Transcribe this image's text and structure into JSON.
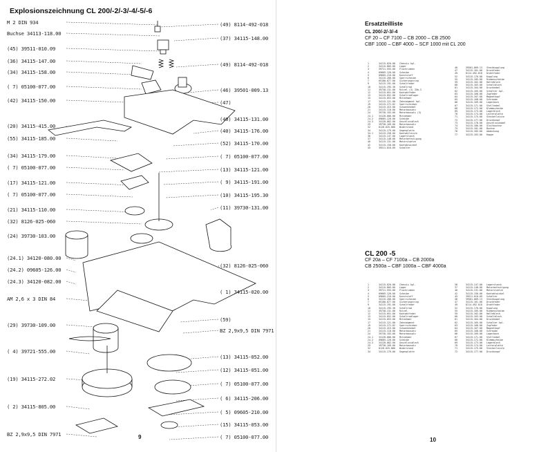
{
  "left_page": {
    "title": "Explosionszeichnung CL 200/-2/-3/-4/-5/-6",
    "page_number": "9",
    "callouts_left": [
      "M 2 DIN 934",
      "Buchse 34113-118.00",
      "(45)  39511-010.09",
      "(36)  34115-147.00",
      "(34)  34115-158.00",
      "( 7)  05100-077.00",
      "(42)  34115-150.00",
      "(20)  34115-415.00",
      "(55)  34115-185.00",
      "(34)  34115-179.00",
      "( 7)  05100-077.00",
      "(17)  34115-121.00",
      "( 7)  05100-077.00",
      "(21)  34115-110.00",
      "(32)  8126-025-060",
      "(24)  39730-103.00",
      "(24.1) 34120-080.00",
      "(24.2) 09605-126.00",
      "(24.3) 34120-082.00",
      "AM 2,6 x 3 DIN 84",
      "(29)  39730-109.00",
      "( 4)  39721-555.00",
      "(19)  34115-272.02",
      "( 2)  34115-805.00",
      "BZ 2,9x9,5 DIN 7971"
    ],
    "callouts_right": [
      "(49) 8114-492-018",
      "(37) 34115-148.00",
      "(49) 8114-492-018",
      "(46) 39501-009.13",
      "(47)",
      "(40) 34115-131.00",
      "(40) 34115-176.00",
      "(52) 34115-170.00",
      "( 7) 05100-077.00",
      "(13) 34115-121.00",
      "( 9) 34115-191.00",
      "(10) 34115-195.30",
      "(11) 39730-131.00",
      "(32) 8126-025-060",
      "( 1) 34115-020.00",
      "(59)",
      "BZ 2,9x9,5 DIN 7971",
      "(13) 34115-052.00",
      "(12) 34115-051.00",
      "( 7) 05100-077.00",
      "( 6) 34115-206.00",
      "( 5) 09605-210.00",
      "(15) 34115-053.00",
      "( 7) 05100-077.00"
    ]
  },
  "right_page": {
    "title": "Ersatzteilliste",
    "section1_heading": "CL 200/-2/-3/-4",
    "section1_line1": "CF 20 – CF 7100 – CB 2000 – CB 2500",
    "section1_line2": "CBF 1000 – CBF 4000 – SCF 1000          mit CL 200",
    "section2_heading": "CL 200 -5",
    "section2_line1": "CF 20a – CF 7100a – CB 2000a",
    "section2_line2": "CB 2500a – CBF 1000a – CBF 4000a",
    "page_number": "10",
    "table1_left": [
      [
        "1",
        "34115-020.00",
        "Chassis kpl."
      ],
      [
        "2",
        "34115-805.00",
        "Lager"
      ],
      [
        "3",
        "39721-555.00",
        "Flachriemen"
      ],
      [
        "4",
        "09605-126.00",
        "Scheibe"
      ],
      [
        "5",
        "09605-210.00",
        "Kunststoff"
      ],
      [
        "6",
        "34115-206.00",
        "Sperrscheibe"
      ],
      [
        "7",
        "05100-077.00",
        "Sicherungsring"
      ],
      [
        "9",
        "34115-191.00",
        "Schaltfeder"
      ],
      [
        "10",
        "34115-195.30",
        "Schaltrad"
      ],
      [
        "11",
        "39730-131.00",
        "Ritzel (3) 35b-3"
      ],
      [
        "12",
        "34115-051.00",
        "Kontaktfeder"
      ],
      [
        "13",
        "34115-052.00",
        "Schaltradlager"
      ],
      [
        "15",
        "34115-053.00",
        "Mitnehmer"
      ],
      [
        "17",
        "34115-121.00",
        "Zahnsegment kpl."
      ],
      [
        "19",
        "34115-272.02",
        "Sperrschieber"
      ],
      [
        "20",
        "34115-415.00",
        "Schwenkhebel"
      ],
      [
        "21",
        "34115-110.00",
        "Motorbausatz"
      ],
      [
        "24",
        "39730-103.00",
        "Motorbausatz (3)"
      ],
      [
        "24.1",
        "34120-080.00",
        "Mitnehmer"
      ],
      [
        "24.2",
        "09605-126.00",
        "Scheibe"
      ],
      [
        "24.3",
        "34120-082.00",
        "Anschlussblech"
      ],
      [
        "29",
        "39730-109.00",
        "Motorbausatz"
      ],
      [
        "32",
        "8126-025-060",
        "Widerstand"
      ],
      [
        "34",
        "34115-179.00",
        "Gegenplatte"
      ],
      [
        "34.1",
        "34115-158.00",
        "Kontaktleiste"
      ],
      [
        "36",
        "34115-147.00",
        "Lagerstueck"
      ],
      [
        "37",
        "34115-148.00",
        "Motorbefestigung"
      ],
      [
        "40",
        "34115-131.00",
        "Motorstuetze"
      ],
      [
        "42",
        "34115-150.00",
        "Kontaktwinkel"
      ],
      [
        "45",
        "39511-010.09",
        "Schalter"
      ]
    ],
    "table1_right": [
      [
        "46",
        "39501-009.13",
        "Steckkupplung"
      ],
      [
        "47",
        "34115-161.00",
        "Druckfeder"
      ],
      [
        "49",
        "8114-492-018",
        "Drahtfeder"
      ],
      [
        "52",
        "34115-170.00",
        "Kupplung"
      ],
      [
        "55",
        "34115-185.00",
        "Riemenscheibe"
      ],
      [
        "59",
        "34115-162.00",
        "Halteblech"
      ],
      [
        "60",
        "34115-163.00",
        "Schaltblech"
      ],
      [
        "61",
        "34115-164.00",
        "Druckhebel"
      ],
      [
        "62",
        "34115-165.00",
        "Schalter kpl."
      ],
      [
        "63",
        "34115-166.00",
        "Zugfeder"
      ],
      [
        "64",
        "34115-167.00",
        "Magnetkopf"
      ],
      [
        "65",
        "34115-168.00",
        "Schraube"
      ],
      [
        "66",
        "34115-169.00",
        "Lagerbock"
      ],
      [
        "67",
        "34115-171.00",
        "Stellhebel"
      ],
      [
        "68",
        "34115-172.00",
        "Klemmscheibe"
      ],
      [
        "69",
        "34115-173.00",
        "Lagerblech"
      ],
      [
        "70",
        "34115-174.00",
        "Leiterplatte"
      ],
      [
        "71",
        "34115-175.00",
        "Steckerleiste"
      ],
      [
        "72",
        "34115-177.00",
        "Druckknopf"
      ],
      [
        "73",
        "34115-178.00",
        "Anschlusskabel"
      ],
      [
        "74",
        "34115-180.00",
        "Gleitbuchse"
      ],
      [
        "75",
        "34115-181.00",
        "Buchse"
      ],
      [
        "76",
        "34115-182.00",
        "Abdeckung"
      ],
      [
        "77",
        "34115-183.00",
        "Kappe"
      ]
    ],
    "table2_left": [
      [
        "1",
        "34115-020.00",
        "Chassis kpl."
      ],
      [
        "2",
        "34115-805.00",
        "Lager"
      ],
      [
        "3",
        "39721-555.00",
        "Flachriemen"
      ],
      [
        "4",
        "09605-126.00",
        "Scheibe"
      ],
      [
        "5",
        "09605-210.00",
        "Kunststoff"
      ],
      [
        "6",
        "34115-206.00",
        "Sperrscheibe"
      ],
      [
        "7",
        "05100-077.00",
        "Sicherungsring"
      ],
      [
        "9",
        "34115-191.00",
        "Schaltfeder"
      ],
      [
        "10",
        "34115-195.30",
        "Schaltrad"
      ],
      [
        "11",
        "39730-131.00",
        "Ritzel"
      ],
      [
        "12",
        "34115-051.00",
        "Kontaktfeder"
      ],
      [
        "13",
        "34115-052.00",
        "Schaltradlager"
      ],
      [
        "15",
        "34115-053.00",
        "Mitnehmer"
      ],
      [
        "17",
        "34115-121.00",
        "Zahnsegment"
      ],
      [
        "19",
        "34115-272.02",
        "Sperrschieber"
      ],
      [
        "20",
        "34115-415.00",
        "Schwenkhebel"
      ],
      [
        "21",
        "34115-110.00",
        "Motorbausatz"
      ],
      [
        "24",
        "39730-103.00",
        "Motorbausatz"
      ],
      [
        "24.1",
        "34120-080.00",
        "Mitnehmer"
      ],
      [
        "24.2",
        "09605-126.00",
        "Scheibe"
      ],
      [
        "24.3",
        "34120-082.00",
        "Anschlussblech"
      ],
      [
        "29",
        "39730-109.00",
        "Motorbausatz"
      ],
      [
        "32",
        "8126-025-060",
        "Widerstand"
      ],
      [
        "34",
        "34115-179.00",
        "Gegenplatte"
      ]
    ],
    "table2_right": [
      [
        "36",
        "34115-147.00",
        "Lagerstueck"
      ],
      [
        "37",
        "34115-148.00",
        "Motorbefestigung"
      ],
      [
        "40",
        "34115-131.00",
        "Motorstuetze"
      ],
      [
        "42",
        "34115-150.00",
        "Kontaktwinkel"
      ],
      [
        "45",
        "39511-010.09",
        "Schalter"
      ],
      [
        "46",
        "39501-009.13",
        "Steckkupplung"
      ],
      [
        "47",
        "34115-161.00",
        "Druckfeder"
      ],
      [
        "49",
        "8114-492-018",
        "Drahtfeder"
      ],
      [
        "52",
        "34115-170.00",
        "Kupplung"
      ],
      [
        "55",
        "34115-185.00",
        "Riemenscheibe"
      ],
      [
        "59",
        "34115-162.00",
        "Halteblech"
      ],
      [
        "60",
        "34115-163.00",
        "Schaltblech"
      ],
      [
        "61",
        "34115-164.00",
        "Druckhebel"
      ],
      [
        "62",
        "34115-165.00",
        "Schalter kpl."
      ],
      [
        "63",
        "34115-166.00",
        "Zugfeder"
      ],
      [
        "64",
        "34115-167.00",
        "Magnetkopf"
      ],
      [
        "65",
        "34115-168.00",
        "Schraube"
      ],
      [
        "66",
        "34115-169.00",
        "Lagerbock"
      ],
      [
        "67",
        "34115-171.00",
        "Stellhebel"
      ],
      [
        "68",
        "34115-172.00",
        "Klemmscheibe"
      ],
      [
        "69",
        "34115-173.00",
        "Lagerblech"
      ],
      [
        "70",
        "34115-174.00",
        "Leiterplatte"
      ],
      [
        "71",
        "34115-175.00",
        "Steckerleiste"
      ],
      [
        "72",
        "34115-177.00",
        "Druckknopf"
      ]
    ]
  }
}
